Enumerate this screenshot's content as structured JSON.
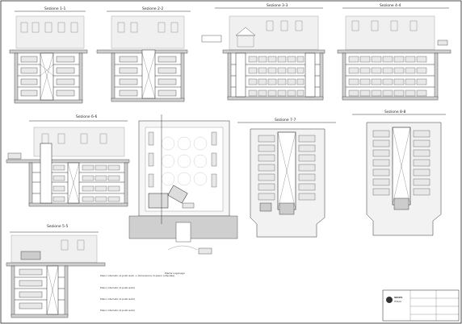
{
  "sections": {
    "s11": "Sezione 1-1",
    "s22": "Sezione 2-2",
    "s33": "Sezione 3-3",
    "s44": "Sezione 4-4",
    "s66": "Sezione 6-6",
    "s77": "Sezione 7-7",
    "s88": "Sezione 8-8",
    "s55": "Sezione 5-5"
  },
  "notes": {
    "plan": "Pianta Lagonego",
    "legend1": "Piano interrato (4 posti auto + dimensione di piano (viteriale)",
    "legend2": "Piano interrato (4 posti auto)",
    "legend3": "Piano interrato (4 posti auto)",
    "legend4": "Piano interrato (4 posti auto)"
  },
  "title_block": {
    "logo": "SIDUS",
    "sub": "ITALIA"
  }
}
